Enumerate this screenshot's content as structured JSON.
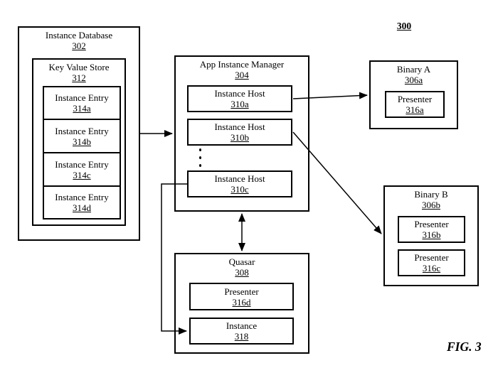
{
  "figure": {
    "number_label": "300",
    "caption": "FIG. 3"
  },
  "colors": {
    "line": "#000000",
    "background": "#ffffff",
    "text": "#000000"
  },
  "nodes": {
    "instance_database": {
      "title": "Instance Database",
      "ref": "302"
    },
    "key_value_store": {
      "title": "Key Value Store",
      "ref": "312"
    },
    "instance_entries": [
      {
        "title": "Instance Entry",
        "ref": "314a"
      },
      {
        "title": "Instance Entry",
        "ref": "314b"
      },
      {
        "title": "Instance Entry",
        "ref": "314c"
      },
      {
        "title": "Instance Entry",
        "ref": "314d"
      }
    ],
    "app_instance_manager": {
      "title": "App Instance Manager",
      "ref": "304"
    },
    "instance_hosts": [
      {
        "title": "Instance Host",
        "ref": "310a"
      },
      {
        "title": "Instance Host",
        "ref": "310b"
      },
      {
        "title": "Instance Host",
        "ref": "310c"
      }
    ],
    "binary_a": {
      "title": "Binary A",
      "ref": "306a"
    },
    "presenter_a": {
      "title": "Presenter",
      "ref": "316a"
    },
    "binary_b": {
      "title": "Binary B",
      "ref": "306b"
    },
    "presenter_b": {
      "title": "Presenter",
      "ref": "316b"
    },
    "presenter_c": {
      "title": "Presenter",
      "ref": "316c"
    },
    "quasar": {
      "title": "Quasar",
      "ref": "308"
    },
    "presenter_d": {
      "title": "Presenter",
      "ref": "316d"
    },
    "instance": {
      "title": "Instance",
      "ref": "318"
    }
  }
}
